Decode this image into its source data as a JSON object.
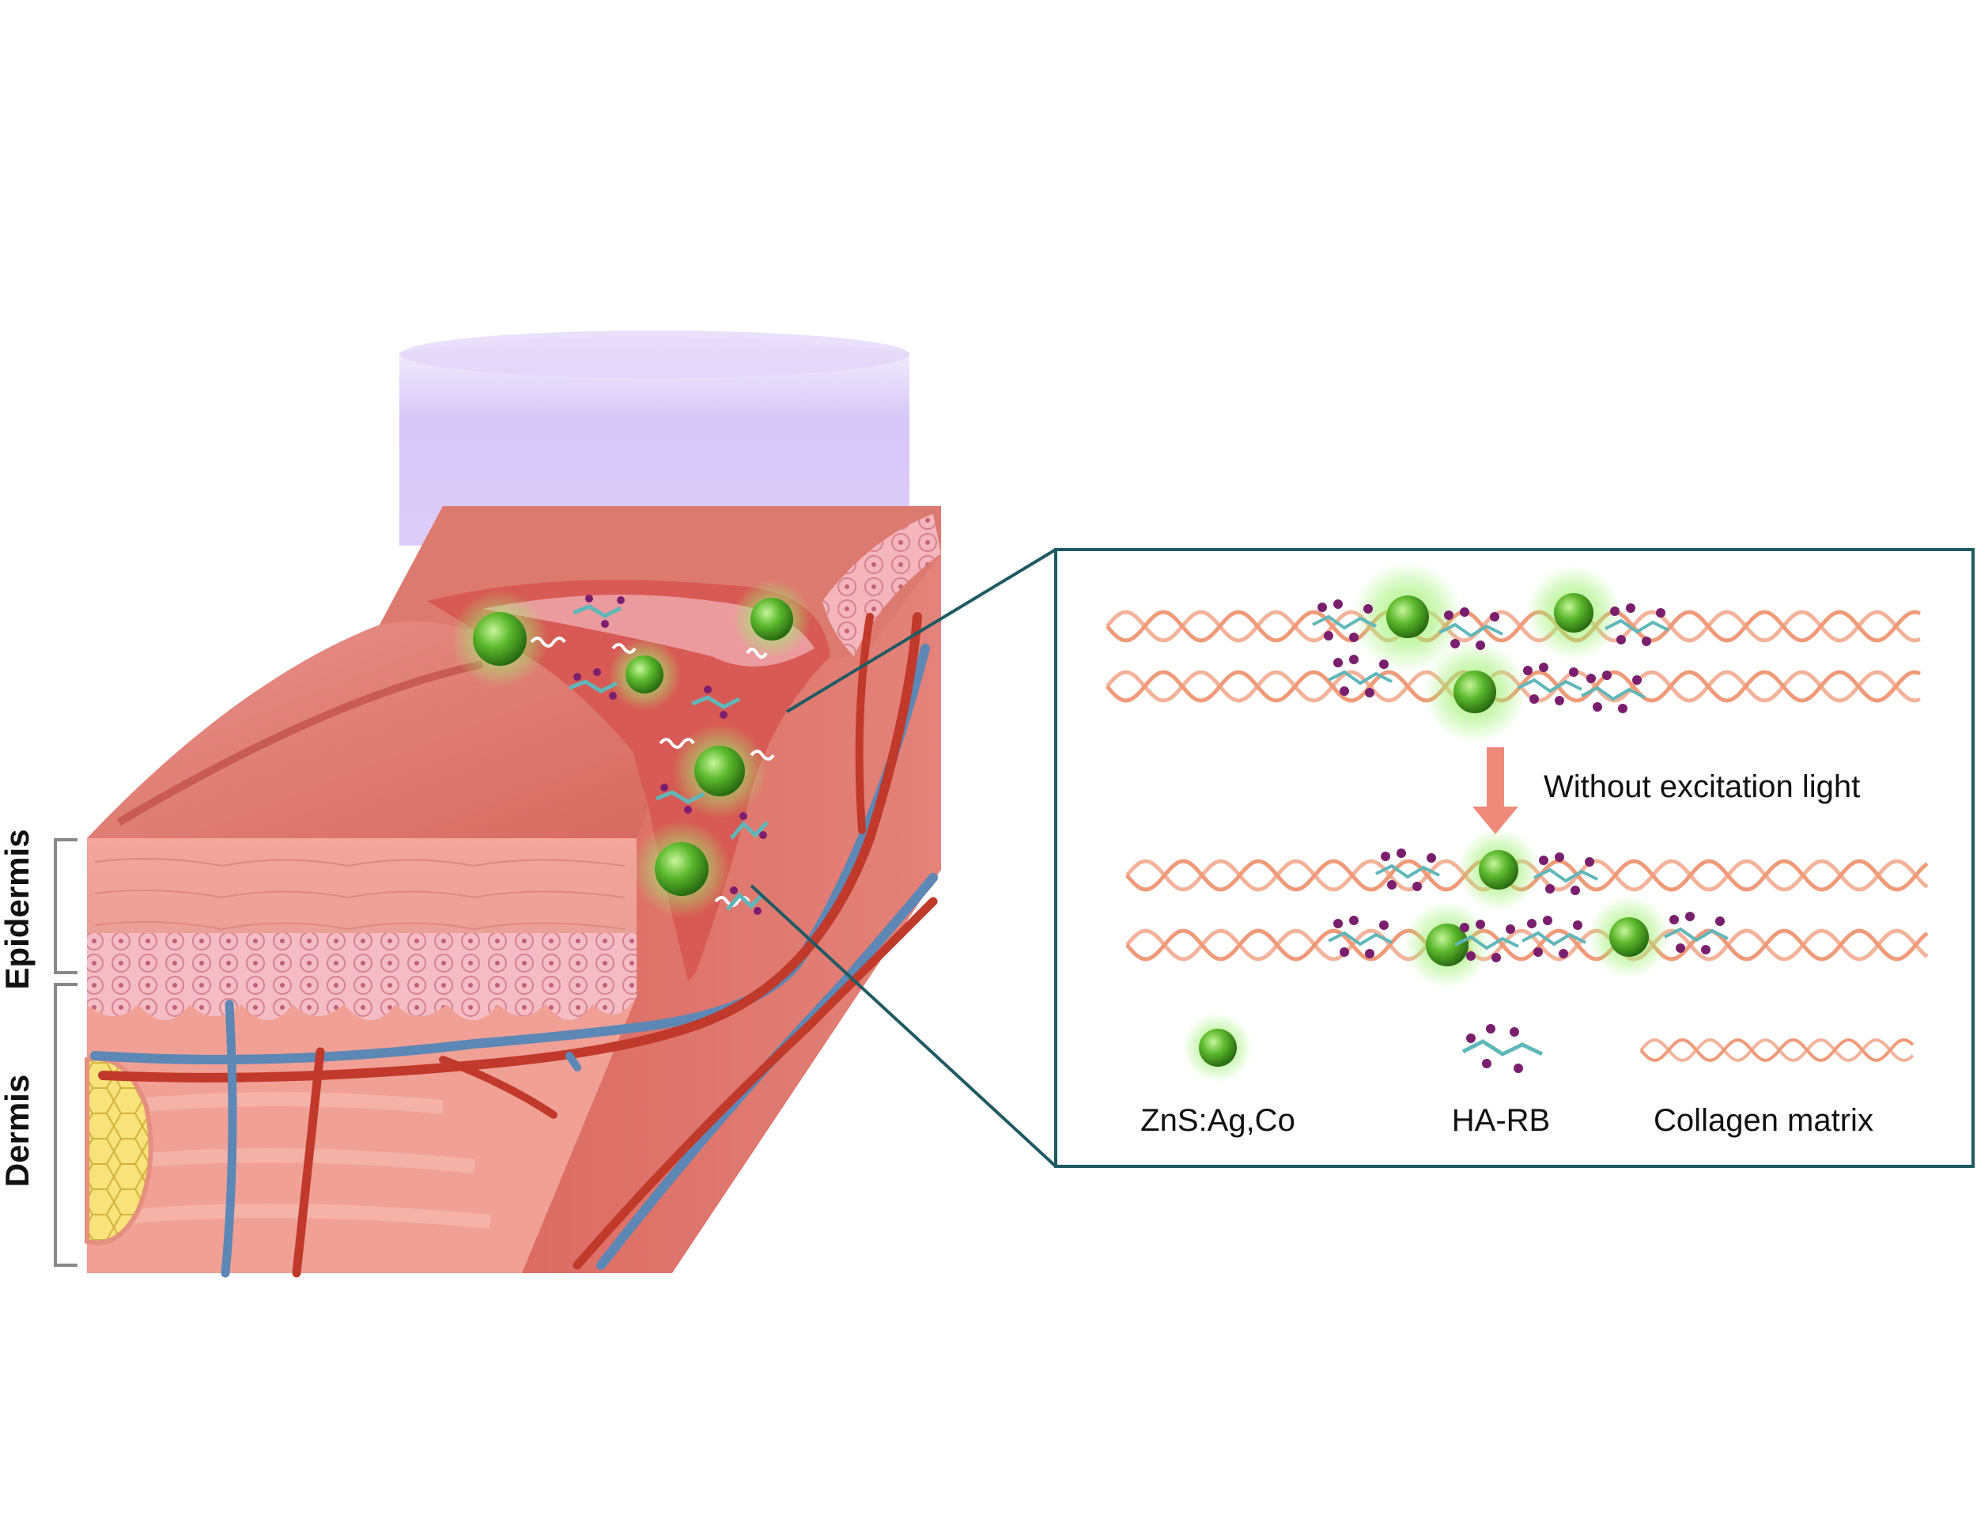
{
  "labels": {
    "epidermis": "Epidermis",
    "dermis": "Dermis",
    "arrow_caption": "Without excitation light"
  },
  "legend": [
    {
      "label": "ZnS:Ag,Co",
      "icon": "nanoparticle-icon"
    },
    {
      "label": "HA-RB",
      "icon": "ha-rb-polymer-icon"
    },
    {
      "label": "Collagen matrix",
      "icon": "collagen-helix-icon"
    }
  ],
  "colors": {
    "excitation_light": "#c9b4f5",
    "skin": "#e8877a",
    "skin_dark": "#c8544a",
    "epidermis_cells": "#f4b6c1",
    "nanoparticle": "#3f9c1d",
    "nanoparticle_glow": "#9ef070",
    "polymer": "#5fb7b9",
    "polymer_dots": "#7a1e6e",
    "collagen": "#ef9a78",
    "inset_border": "#1f5a63",
    "arrow": "#ef8a7a",
    "artery": "#c0392b",
    "vein": "#5d87b5",
    "fat": "#f8e27a"
  }
}
